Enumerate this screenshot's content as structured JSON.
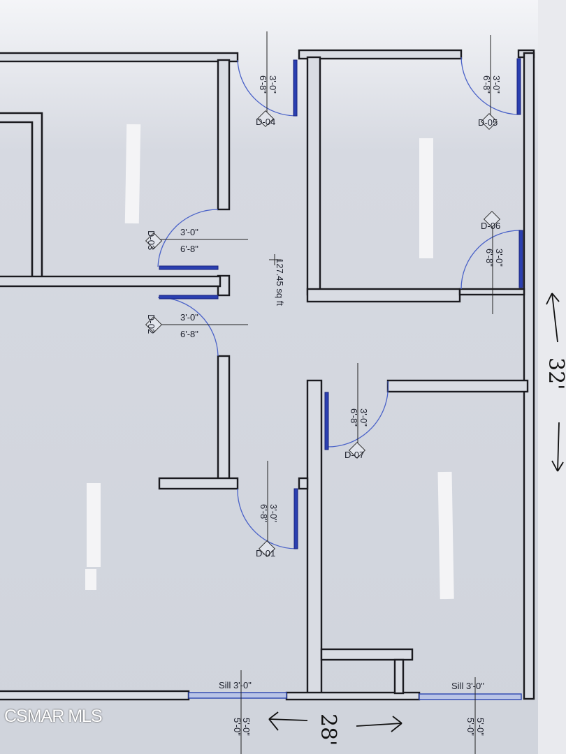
{
  "area_label": "127.45 sq ft",
  "doors": [
    {
      "id": "D-01",
      "width": "3'-0\"",
      "height": "6'-8\""
    },
    {
      "id": "D-02",
      "width": "3'-0\"",
      "height": "6'-8\""
    },
    {
      "id": "D-03",
      "width": "3'-0\"",
      "height": "6'-8\""
    },
    {
      "id": "D-04",
      "width": "3'-0\"",
      "height": "6'-8\""
    },
    {
      "id": "D-05",
      "width": "3'-0\"",
      "height": "6'-8\""
    },
    {
      "id": "D-06",
      "width": "3'-0\"",
      "height": "6'-8\""
    },
    {
      "id": "D-07",
      "width": "3'-0\"",
      "height": "6'-8\""
    }
  ],
  "windows": [
    {
      "sill": "Sill 3'-0\"",
      "width": "5'-0\"",
      "height": "5'-0\""
    },
    {
      "sill": "Sill 3'-0\"",
      "width": "5'-0\"",
      "height": "5'-0\""
    }
  ],
  "handwritten": {
    "depth": "32'",
    "width": "28'"
  },
  "watermark": "CSMAR MLS"
}
